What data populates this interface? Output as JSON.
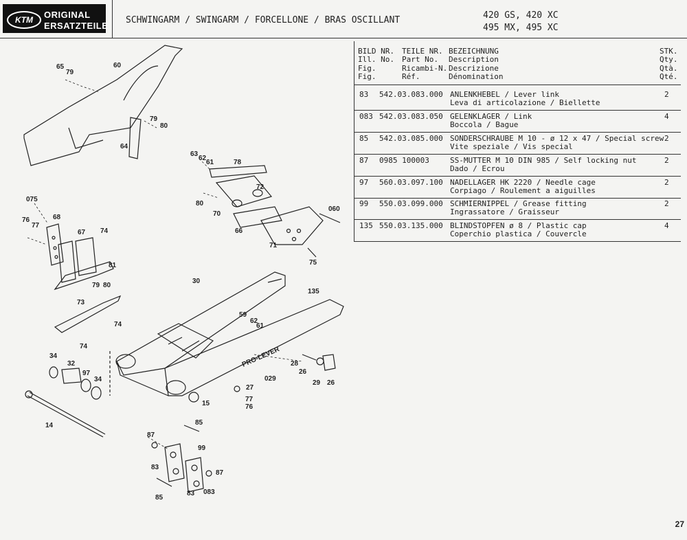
{
  "header": {
    "logo_brand": "KTM",
    "logo_line1": "ORIGINAL",
    "logo_line2": "ERSATZTEILE",
    "title": "SCHWINGARM / SWINGARM / FORCELLONE / BRAS OSCILLANT",
    "models_line1": "420 GS, 420 XC",
    "models_line2": "495 MX, 495 XC"
  },
  "table": {
    "headers": {
      "col1": "BILD NR.\nIll. No.\nFig.\nFig.",
      "col2": "TEILE NR.\nPart No.\nRicambi-N.\nRéf.",
      "col3": "BEZEICHNUNG\nDescription\nDescrizione\nDénomination",
      "col4": "STK.\nQty.\nQtà.\nQté."
    },
    "rows": [
      {
        "fig": "83",
        "part": "542.03.083.000",
        "desc1": "ANLENKHEBEL / Lever link",
        "desc2": "Leva di articolazione / Biellette",
        "qty": "2"
      },
      {
        "fig": "083",
        "part": "542.03.083.050",
        "desc1": "GELENKLAGER / Link",
        "desc2": "Boccola / Bague",
        "qty": "4"
      },
      {
        "fig": "85",
        "part": "542.03.085.000",
        "desc1": "SONDERSCHRAUBE M 10 - ø 12 x 47 / Special screw",
        "desc2": "Vite speziale / Vis special",
        "qty": "2"
      },
      {
        "fig": "87",
        "part": "0985 100003",
        "desc1": "SS-MUTTER M 10 DIN 985 / Self locking nut",
        "desc2": "Dado / Ecrou",
        "qty": "2"
      },
      {
        "fig": "97",
        "part": "560.03.097.100",
        "desc1": "NADELLAGER HK 2220 / Needle cage",
        "desc2": "Corpiago / Roulement a aiguilles",
        "qty": "2"
      },
      {
        "fig": "99",
        "part": "550.03.099.000",
        "desc1": "SCHMIERNIPPEL / Grease fitting",
        "desc2": "Ingrassatore / Graisseur",
        "qty": "2"
      },
      {
        "fig": "135",
        "part": "550.03.135.000",
        "desc1": "BLINDSTOPFEN ø 8 / Plastic cap",
        "desc2": "Coperchio plastica / Couvercle",
        "qty": "4"
      }
    ]
  },
  "diagram": {
    "callouts": [
      "60",
      "65",
      "79",
      "79",
      "80",
      "64",
      "63",
      "62",
      "61",
      "78",
      "72",
      "80",
      "70",
      "060",
      "66",
      "71",
      "75",
      "075",
      "68",
      "76",
      "77",
      "67",
      "74",
      "81",
      "79",
      "80",
      "73",
      "74",
      "74",
      "30",
      "135",
      "59",
      "62",
      "61",
      "34",
      "32",
      "97",
      "34",
      "28",
      "26",
      "29",
      "26",
      "029",
      "27",
      "77",
      "76",
      "15",
      "14",
      "85",
      "87",
      "99",
      "83",
      "87",
      "85",
      "83",
      "083"
    ],
    "brand_text": "PRO-LEVER"
  },
  "footer": {
    "page_number": "27"
  }
}
